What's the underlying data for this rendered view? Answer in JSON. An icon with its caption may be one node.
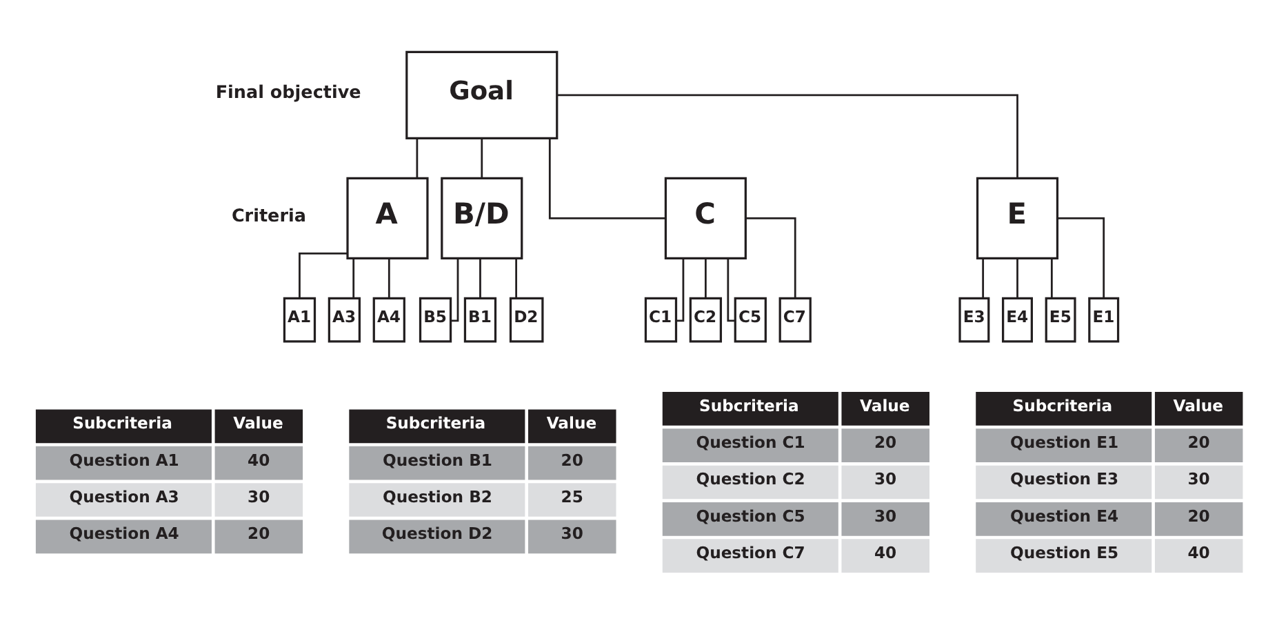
{
  "diagram": {
    "nodes": [
      {
        "text": [
          "Goal"
        ]
      },
      {
        "text": [
          "A"
        ]
      },
      {
        "text": [
          "B/D"
        ]
      },
      {
        "text": [
          "C"
        ]
      },
      {
        "text": [
          "E"
        ]
      },
      {
        "text": [
          "A1"
        ]
      },
      {
        "text": [
          "A3"
        ]
      },
      {
        "text": [
          "A4"
        ]
      },
      {
        "text": [
          "B1"
        ]
      },
      {
        "text": [
          "D2"
        ]
      },
      {
        "text": [
          "B5"
        ]
      },
      {
        "text": [
          "C1"
        ]
      },
      {
        "text": [
          "C2"
        ]
      },
      {
        "text": [
          "C5"
        ]
      },
      {
        "text": [
          "C7"
        ]
      },
      {
        "text": [
          "E1"
        ]
      },
      {
        "text": [
          "E3"
        ]
      },
      {
        "text": [
          "E4"
        ]
      },
      {
        "text": [
          "E5"
        ]
      }
    ],
    "edges": [
      {
        "from": 0,
        "to": 1,
        "arrow": "none"
      },
      {
        "from": 0,
        "to": 2,
        "arrow": "none"
      },
      {
        "from": 0,
        "to": 3,
        "arrow": "none"
      },
      {
        "from": 0,
        "to": 4,
        "arrow": "none"
      },
      {
        "from": 1,
        "to": 5,
        "arrow": "none"
      },
      {
        "from": 1,
        "to": 6,
        "arrow": "none"
      },
      {
        "from": 1,
        "to": 7,
        "arrow": "none"
      },
      {
        "from": 2,
        "to": 8,
        "arrow": "none"
      },
      {
        "from": 2,
        "to": 9,
        "arrow": "none"
      },
      {
        "from": 2,
        "to": 10,
        "arrow": "none"
      },
      {
        "from": 3,
        "to": 11,
        "arrow": "none"
      },
      {
        "from": 3,
        "to": 12,
        "arrow": "none"
      },
      {
        "from": 3,
        "to": 13,
        "arrow": "none"
      },
      {
        "from": 3,
        "to": 14,
        "arrow": "none"
      },
      {
        "from": 4,
        "to": 15,
        "arrow": "none"
      },
      {
        "from": 4,
        "to": 16,
        "arrow": "none"
      },
      {
        "from": 4,
        "to": 17,
        "arrow": "none"
      },
      {
        "from": 4,
        "to": 18,
        "arrow": "none"
      }
    ],
    "labels": [
      "Final objective",
      "Criteria",
      "Subcriteria",
      "Value",
      "Question A1",
      "40",
      "Question A3",
      "30",
      "Question A4",
      "20",
      "Subcriteria",
      "Value",
      "Question B1",
      "20",
      "Question B2",
      "25",
      "Question D2",
      "30",
      "Subcriteria",
      "Value",
      "Question C1",
      "20",
      "Question C2",
      "30",
      "Question C5",
      "30",
      "Question C7",
      "40",
      "Subcriteria",
      "Value",
      "Question E1",
      "20",
      "Question E3",
      "30",
      "Question E4",
      "20",
      "Question E5",
      "40"
    ]
  }
}
